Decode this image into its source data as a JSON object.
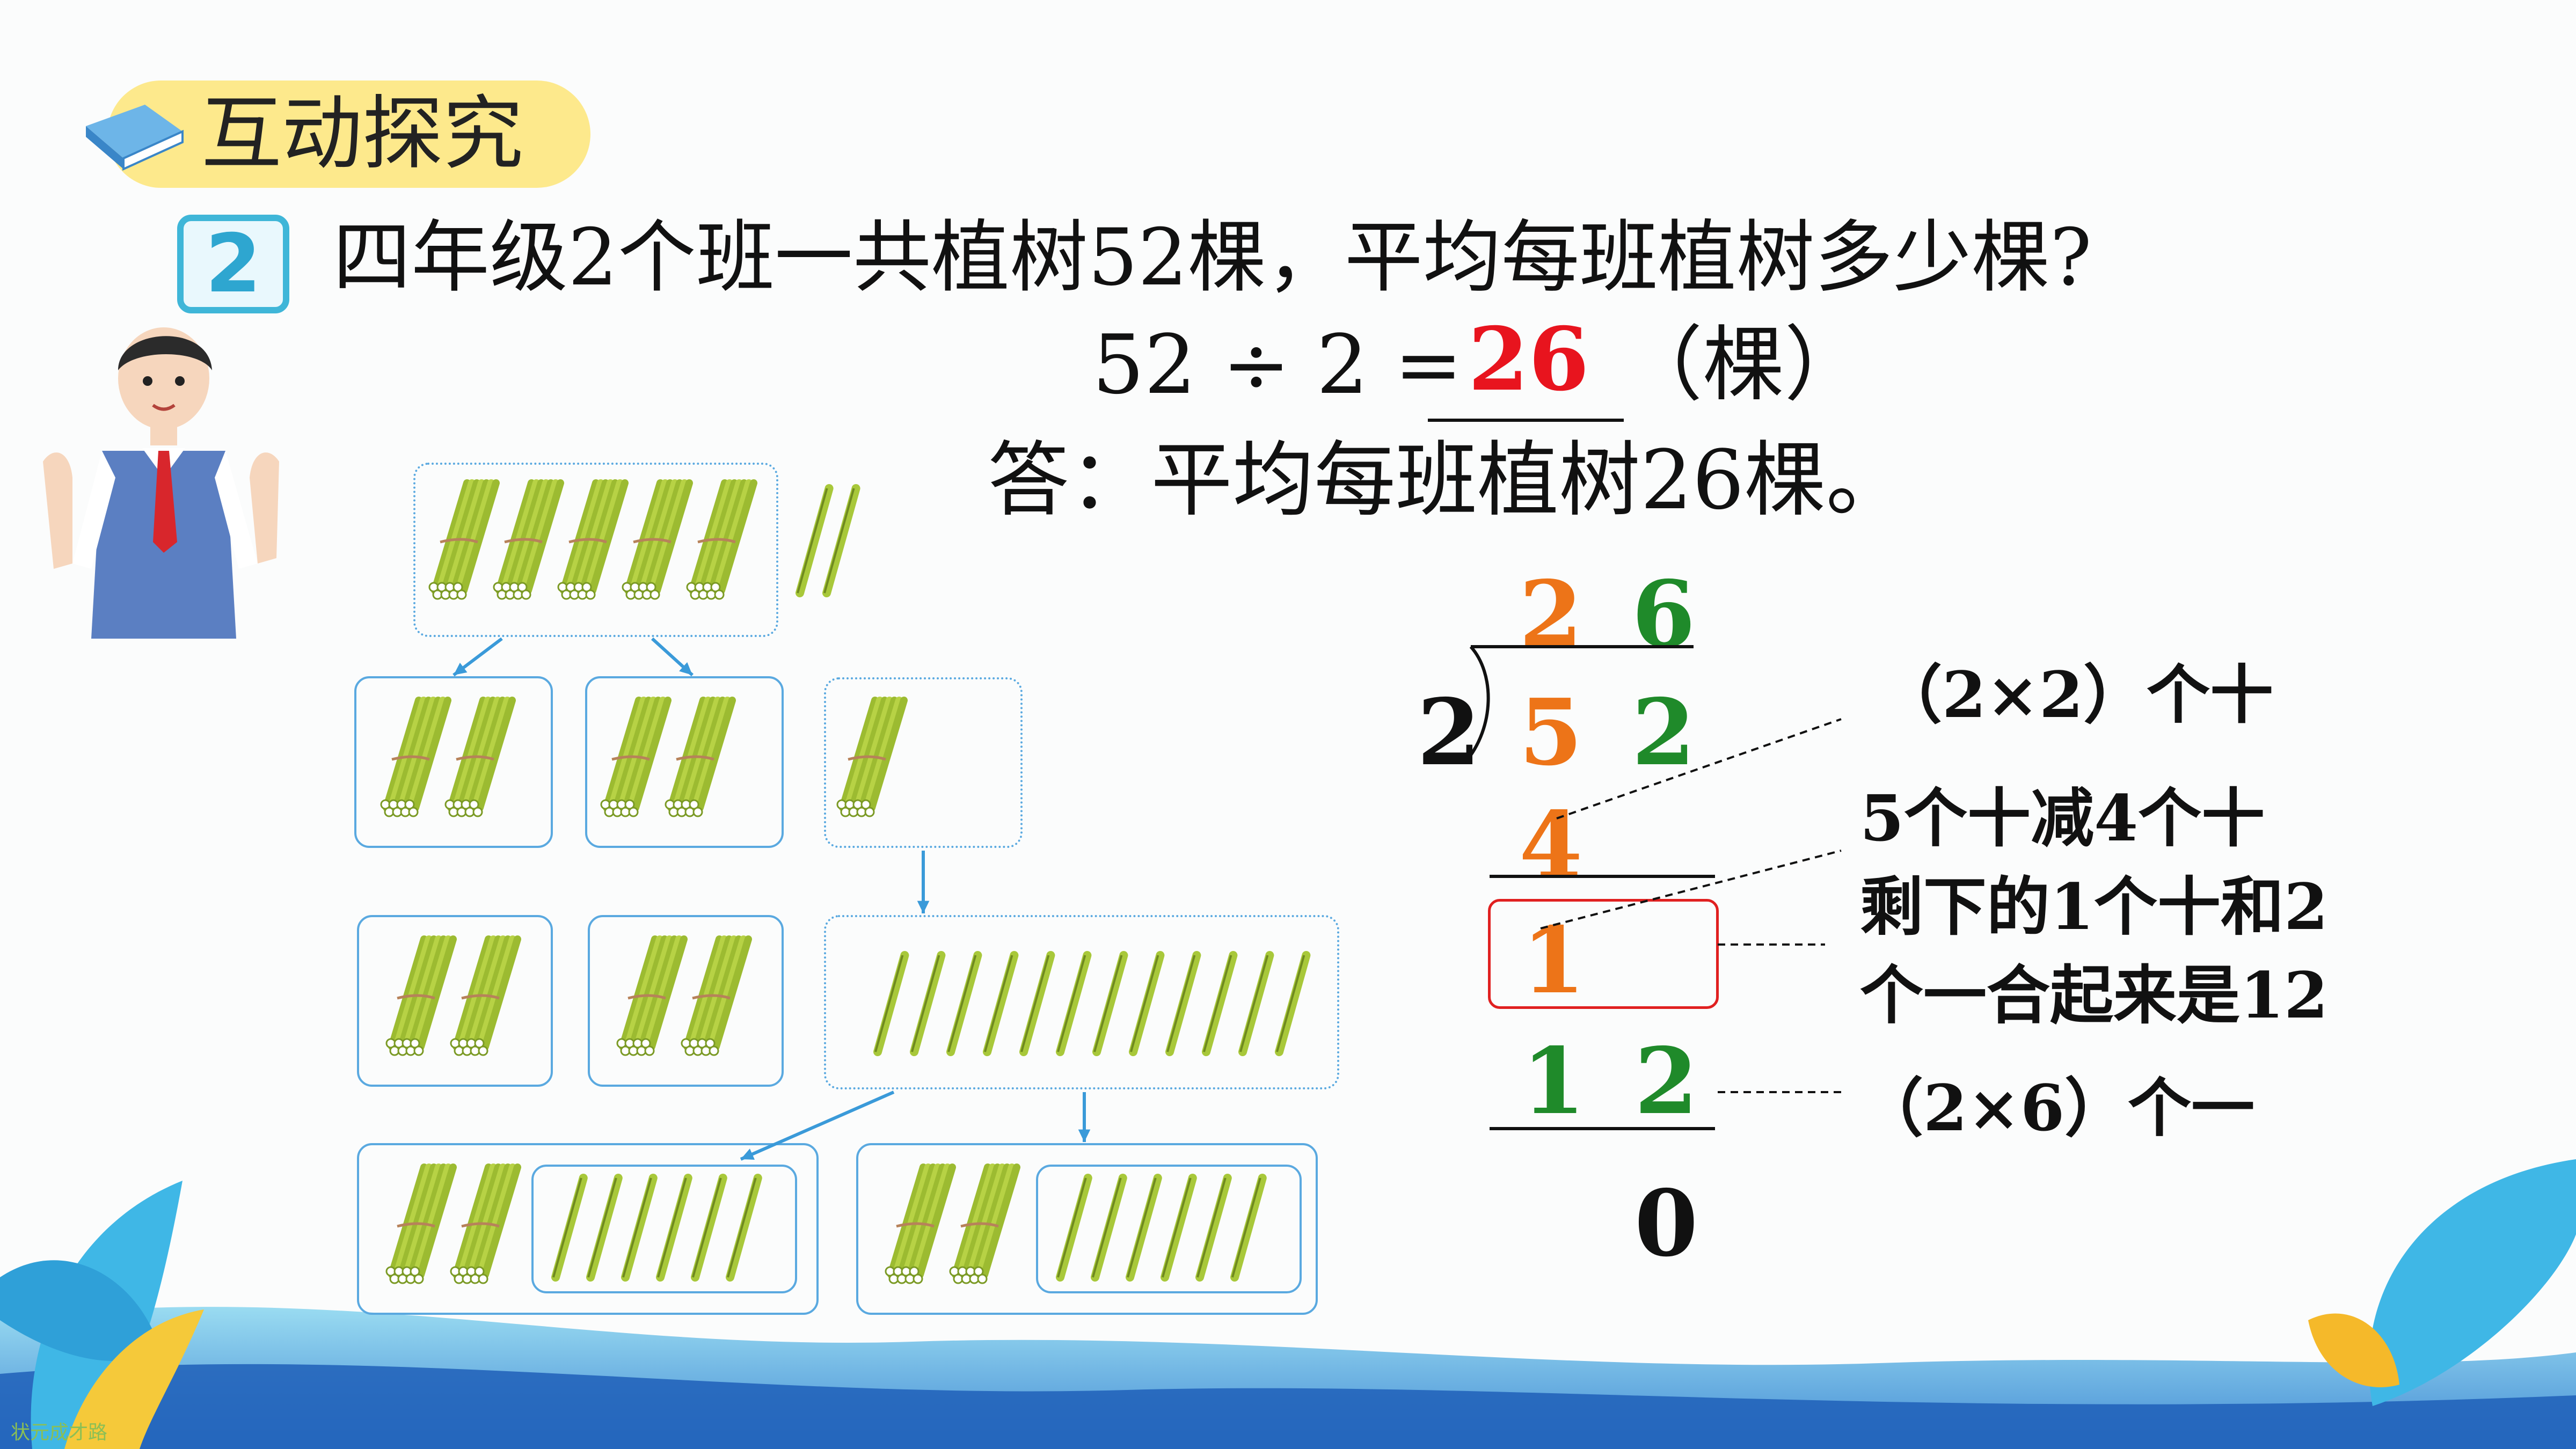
{
  "header": {
    "title": "互动探究",
    "icon": "book-icon"
  },
  "problem": {
    "number": "2",
    "text": "四年级2个班一共植树52棵，平均每班植树多少棵?"
  },
  "equation": {
    "left": "52 ÷ 2 =",
    "answer": "26",
    "unit": "（棵）"
  },
  "answer_line": "答：平均每班植树26棵。",
  "division": {
    "divisor": "2",
    "quotient": [
      "2",
      "6"
    ],
    "dividend": [
      "5",
      "2"
    ],
    "step1": "4",
    "remainder": "1",
    "step2": [
      "1",
      "2"
    ],
    "final": "0"
  },
  "notes": {
    "n1": "（2×2）个十",
    "n2_line1": "5个十减4个十",
    "n2_line2": "剩下的1个十和2",
    "n2_line3": "个一合起来是12",
    "n3": "（2×6）个一"
  },
  "colors": {
    "orange": "#ed7418",
    "green": "#1f8a2a",
    "red": "#e8141e",
    "box_border": "#5aa9e0"
  },
  "watermark": "状元成才路"
}
